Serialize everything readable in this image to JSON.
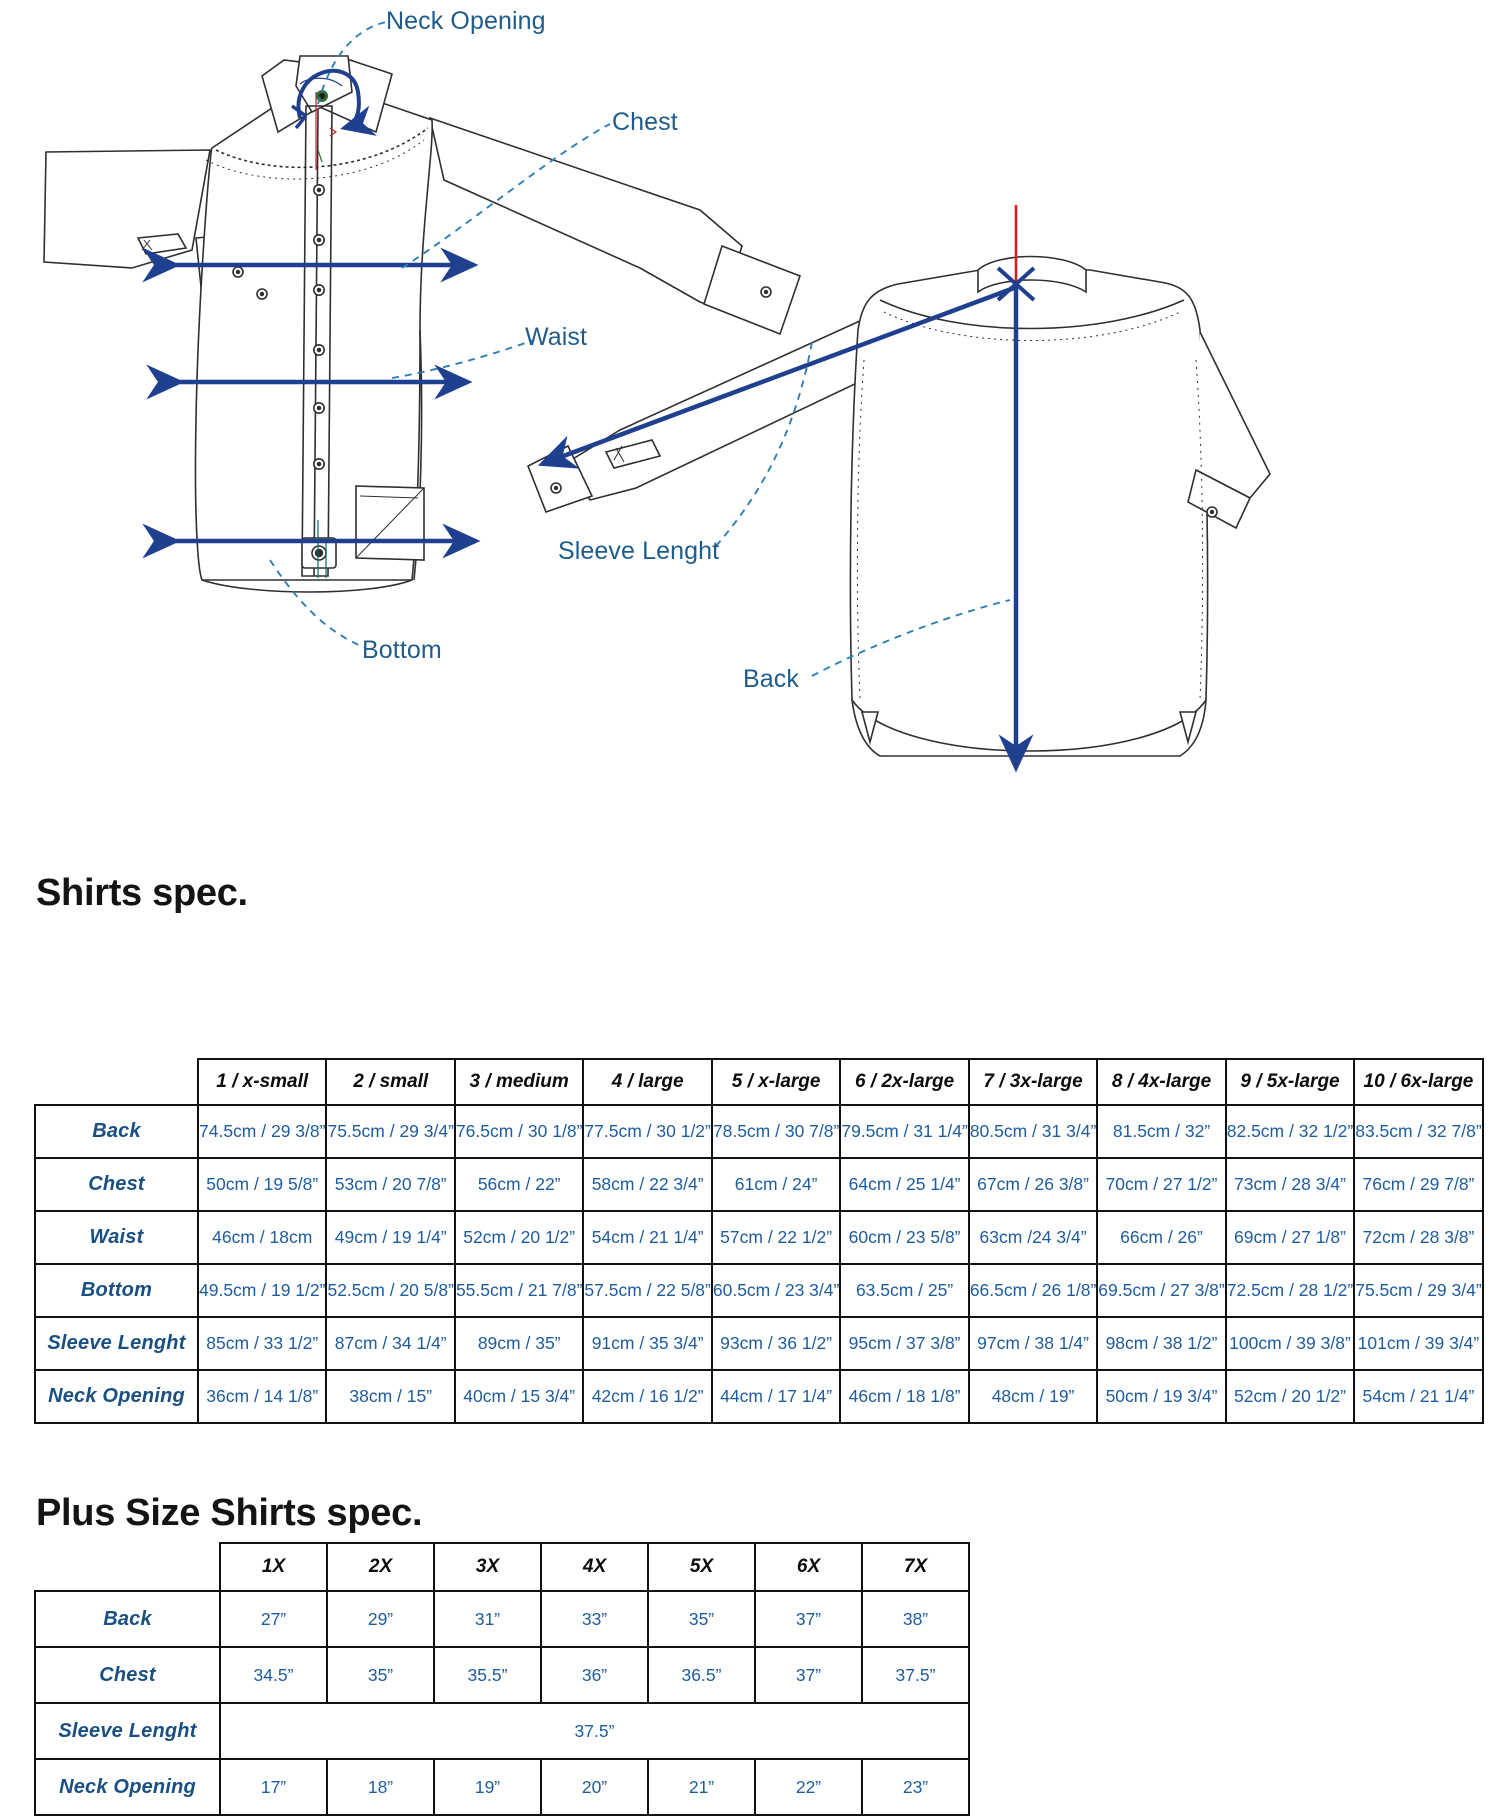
{
  "diagram": {
    "labels": [
      {
        "id": "neck-opening",
        "text": "Neck Opening"
      },
      {
        "id": "chest",
        "text": "Chest"
      },
      {
        "id": "waist",
        "text": "Waist"
      },
      {
        "id": "sleeve-lenght",
        "text": "Sleeve Lenght"
      },
      {
        "id": "bottom",
        "text": "Bottom"
      },
      {
        "id": "back",
        "text": "Back"
      }
    ],
    "colors": {
      "measure_arrow": "#1f3f8f",
      "leader_line": "#2f7fb5",
      "label_text": "#1f5c8b",
      "garment_outline": "#2a2a2a",
      "center_line": "#d81f1f"
    }
  },
  "shirts_spec": {
    "title": "Shirts spec.",
    "columns": [
      "1 / x-small",
      "2 / small",
      "3 / medium",
      "4 / large",
      "5 / x-large",
      "6 / 2x-large",
      "7 / 3x-large",
      "8 / 4x-large",
      "9 / 5x-large",
      "10 / 6x-large"
    ],
    "rows": [
      {
        "label": "Back",
        "values": [
          "74.5cm / 29 3/8”",
          "75.5cm / 29 3/4”",
          "76.5cm / 30 1/8”",
          "77.5cm / 30 1/2”",
          "78.5cm / 30 7/8”",
          "79.5cm / 31 1/4”",
          "80.5cm / 31 3/4”",
          "81.5cm / 32”",
          "82.5cm / 32 1/2”",
          "83.5cm / 32 7/8”"
        ]
      },
      {
        "label": "Chest",
        "values": [
          "50cm / 19 5/8”",
          "53cm /  20 7/8”",
          "56cm /  22”",
          "58cm / 22 3/4”",
          "61cm / 24”",
          "64cm / 25 1/4”",
          "67cm / 26 3/8”",
          "70cm / 27 1/2”",
          "73cm / 28 3/4”",
          "76cm / 29 7/8”"
        ]
      },
      {
        "label": "Waist",
        "values": [
          "46cm / 18cm",
          "49cm / 19 1/4”",
          "52cm / 20 1/2”",
          "54cm / 21 1/4”",
          "57cm / 22 1/2”",
          "60cm / 23 5/8”",
          "63cm /24 3/4”",
          "66cm / 26”",
          "69cm / 27 1/8”",
          "72cm / 28 3/8”"
        ]
      },
      {
        "label": "Bottom",
        "values": [
          "49.5cm / 19 1/2”",
          "52.5cm / 20 5/8”",
          "55.5cm / 21 7/8”",
          "57.5cm / 22 5/8”",
          "60.5cm / 23 3/4”",
          "63.5cm / 25”",
          "66.5cm / 26 1/8”",
          "69.5cm / 27 3/8”",
          "72.5cm / 28 1/2”",
          "75.5cm / 29 3/4”"
        ]
      },
      {
        "label": "Sleeve Lenght",
        "values": [
          "85cm / 33 1/2”",
          "87cm / 34 1/4”",
          "89cm / 35”",
          "91cm / 35 3/4”",
          "93cm / 36 1/2”",
          "95cm / 37 3/8”",
          "97cm / 38 1/4”",
          "98cm / 38 1/2”",
          "100cm / 39 3/8”",
          "101cm / 39 3/4”"
        ]
      },
      {
        "label": "Neck Opening",
        "values": [
          "36cm / 14 1/8”",
          "38cm / 15”",
          "40cm / 15 3/4”",
          "42cm / 16 1/2”",
          "44cm / 17 1/4”",
          "46cm / 18 1/8”",
          "48cm / 19”",
          "50cm / 19 3/4”",
          "52cm / 20 1/2”",
          "54cm / 21 1/4”"
        ]
      }
    ]
  },
  "plus_spec": {
    "title": "Plus Size Shirts spec.",
    "columns": [
      "1X",
      "2X",
      "3X",
      "4X",
      "5X",
      "6X",
      "7X"
    ],
    "rows": [
      {
        "label": "Back",
        "span": false,
        "values": [
          "27”",
          "29”",
          "31”",
          "33”",
          "35”",
          "37”",
          "38”"
        ]
      },
      {
        "label": "Chest",
        "span": false,
        "values": [
          "34.5”",
          "35”",
          "35.5”",
          "36”",
          "36.5”",
          "37”",
          "37.5”"
        ]
      },
      {
        "label": "Sleeve Lenght",
        "span": true,
        "values": [
          "37.5”"
        ]
      },
      {
        "label": "Neck Opening",
        "span": false,
        "values": [
          "17”",
          "18”",
          "19”",
          "20”",
          "21”",
          "22”",
          "23”"
        ]
      }
    ]
  }
}
